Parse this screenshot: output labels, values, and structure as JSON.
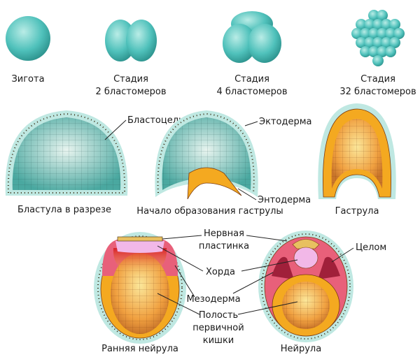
{
  "stages": {
    "zygote": "Зигота",
    "stage_word": "Стадия",
    "two": "2 бластомеров",
    "four": "4 бластомеров",
    "thirtytwo": "32 бластомеров"
  },
  "middle": {
    "blastocoel": "Бластоцель",
    "blastula_caption": "Бластула в разрезе",
    "ectoderm": "Эктодерма",
    "endoderm": "Энтодерма",
    "gastrulation_caption": "Начало образования гаструлы",
    "gastrula_caption": "Гаструла"
  },
  "bottom": {
    "neural_plate_1": "Нервная",
    "neural_plate_2": "пластинка",
    "notochord": "Хорда",
    "mesoderm": "Мезодерма",
    "gut_1": "Полость",
    "gut_2": "первичной",
    "gut_3": "кишки",
    "coelom": "Целом",
    "early_neurula_caption": "Ранняя нейрула",
    "neurula_caption": "Нейрула"
  },
  "colors": {
    "blastomere": "#4fc1bb",
    "membrane": "#bfe8e2",
    "endoderm": "#f4a920",
    "mesoderm": "#e8607a",
    "notochord": "#f2b8e8",
    "neural": "#e8c060"
  }
}
